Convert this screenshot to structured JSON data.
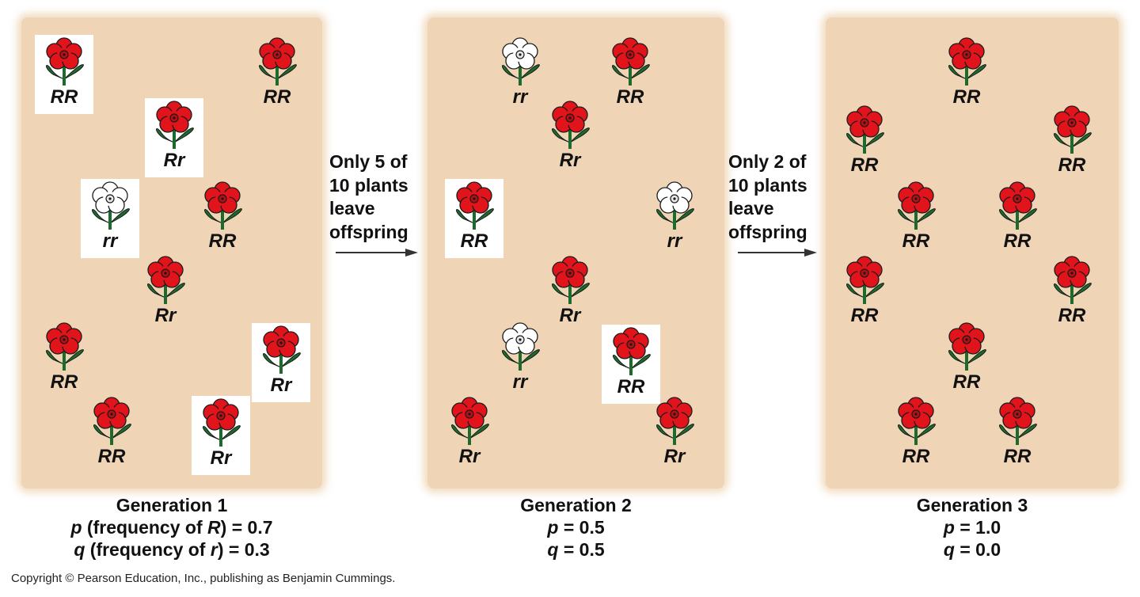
{
  "arrows": [
    {
      "text": [
        "Only 5 of",
        "10 plants",
        "leave",
        "offspring"
      ]
    },
    {
      "text": [
        "Only 2 of",
        "10 plants",
        "leave",
        "offspring"
      ]
    }
  ],
  "generations": [
    {
      "title": "Generation 1",
      "lines": [
        {
          "var": "p",
          "pre": " (frequency of ",
          "allele": "R",
          "post": ")",
          "eq": " = 0.7"
        },
        {
          "var": "q",
          "pre": " (frequency of ",
          "allele": "r",
          "post": ")",
          "eq": " = 0.3"
        }
      ],
      "plants": [
        {
          "genotype": "RR",
          "flower": "red",
          "boxed": true
        },
        {
          "genotype": "RR",
          "flower": "red",
          "boxed": false
        },
        {
          "genotype": "Rr",
          "flower": "red",
          "boxed": true
        },
        {
          "genotype": "rr",
          "flower": "white",
          "boxed": true
        },
        {
          "genotype": "RR",
          "flower": "red",
          "boxed": false
        },
        {
          "genotype": "Rr",
          "flower": "red",
          "boxed": false
        },
        {
          "genotype": "RR",
          "flower": "red",
          "boxed": false
        },
        {
          "genotype": "Rr",
          "flower": "red",
          "boxed": true
        },
        {
          "genotype": "RR",
          "flower": "red",
          "boxed": false
        },
        {
          "genotype": "Rr",
          "flower": "red",
          "boxed": true
        }
      ]
    },
    {
      "title": "Generation 2",
      "lines": [
        {
          "var": "p",
          "pre": "",
          "allele": "",
          "post": "",
          "eq": " = 0.5"
        },
        {
          "var": "q",
          "pre": "",
          "allele": "",
          "post": "",
          "eq": " = 0.5"
        }
      ],
      "plants": [
        {
          "genotype": "rr",
          "flower": "white",
          "boxed": false
        },
        {
          "genotype": "RR",
          "flower": "red",
          "boxed": false
        },
        {
          "genotype": "Rr",
          "flower": "red",
          "boxed": false
        },
        {
          "genotype": "RR",
          "flower": "red",
          "boxed": true
        },
        {
          "genotype": "rr",
          "flower": "white",
          "boxed": false
        },
        {
          "genotype": "Rr",
          "flower": "red",
          "boxed": false
        },
        {
          "genotype": "rr",
          "flower": "white",
          "boxed": false
        },
        {
          "genotype": "RR",
          "flower": "red",
          "boxed": true
        },
        {
          "genotype": "Rr",
          "flower": "red",
          "boxed": false
        },
        {
          "genotype": "Rr",
          "flower": "red",
          "boxed": false
        }
      ]
    },
    {
      "title": "Generation 3",
      "lines": [
        {
          "var": "p",
          "pre": "",
          "allele": "",
          "post": "",
          "eq": " = 1.0"
        },
        {
          "var": "q",
          "pre": "",
          "allele": "",
          "post": "",
          "eq": " = 0.0"
        }
      ],
      "plants": [
        {
          "genotype": "RR",
          "flower": "red",
          "boxed": false
        },
        {
          "genotype": "RR",
          "flower": "red",
          "boxed": false
        },
        {
          "genotype": "RR",
          "flower": "red",
          "boxed": false
        },
        {
          "genotype": "RR",
          "flower": "red",
          "boxed": false
        },
        {
          "genotype": "RR",
          "flower": "red",
          "boxed": false
        },
        {
          "genotype": "RR",
          "flower": "red",
          "boxed": false
        },
        {
          "genotype": "RR",
          "flower": "red",
          "boxed": false
        },
        {
          "genotype": "RR",
          "flower": "red",
          "boxed": false
        },
        {
          "genotype": "RR",
          "flower": "red",
          "boxed": false
        },
        {
          "genotype": "RR",
          "flower": "red",
          "boxed": false
        }
      ]
    }
  ],
  "colors": {
    "panel": "#efd5b5",
    "red_petal": "#e1141c",
    "red_center": "#b80f15",
    "white_petal": "#ffffff",
    "leaf": "#1c6a2c",
    "outline": "#1a1a1a"
  },
  "copyright": "Copyright © Pearson Education, Inc., publishing as Benjamin Cummings."
}
